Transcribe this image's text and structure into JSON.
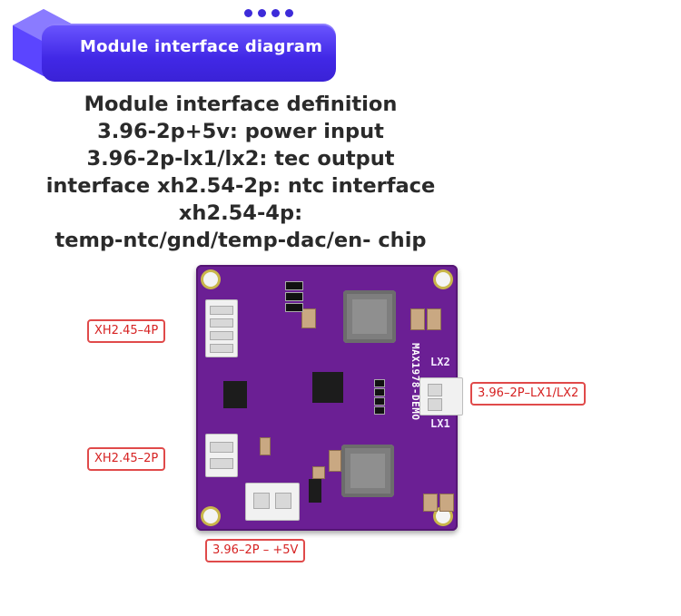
{
  "banner": {
    "title": "Module interface diagram"
  },
  "definition": {
    "lines": [
      "Module interface definition",
      "3.96-2p+5v: power input",
      "3.96-2p-lx1/lx2: tec output",
      "interface xh2.54-2p: ntc interface",
      "xh2.54-4p:",
      "temp-ntc/gnd/temp-dac/en- chip"
    ]
  },
  "board": {
    "model": "MAX1978-DEMO",
    "lx2_label": "LX2",
    "lx1_label": "LX1"
  },
  "callouts": {
    "xh_4p": "XH2.45–4P",
    "xh_2p": "XH2.45–2P",
    "power": "3.96–2P – +5V",
    "tec": "3.96–2P–LX1/LX2"
  },
  "colors": {
    "banner_accent": "#4128e6",
    "board_pcb": "#6b1f94",
    "callout_red": "#d62222"
  }
}
